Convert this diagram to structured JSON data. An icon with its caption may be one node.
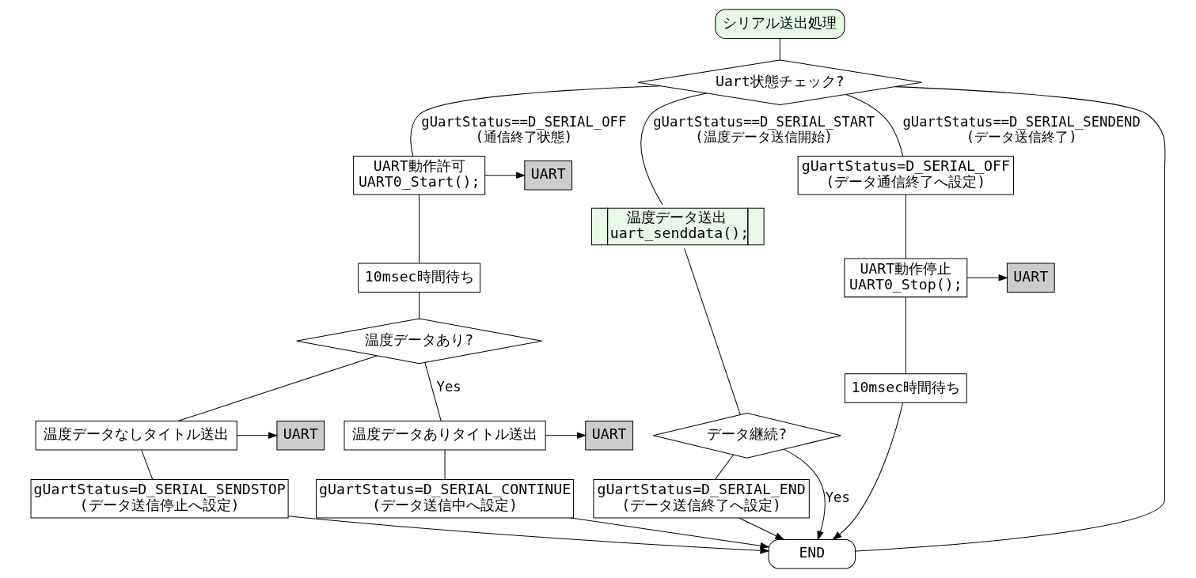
{
  "diagram": {
    "nodes": [
      {
        "text": [
          "シリアル送出処理"
        ]
      },
      {
        "text": [
          "Uart状態チェック?"
        ]
      },
      {
        "text": [
          "UART動作許可 UART0_Start();"
        ]
      },
      {
        "text": [
          "UART"
        ]
      },
      {
        "text": [
          "10msec時間待ち"
        ]
      },
      {
        "text": [
          "温度データあり?"
        ]
      },
      {
        "text": [
          "温度データなしタイトル送出"
        ]
      },
      {
        "text": [
          "UART"
        ]
      },
      {
        "text": [
          "gUartStatus=D_SERIAL_SENDSTOP (データ送信停止へ設定)"
        ]
      },
      {
        "text": [
          "温度データありタイトル送出"
        ]
      },
      {
        "text": [
          "UART"
        ]
      },
      {
        "text": [
          "gUartStatus=D_SERIAL_CONTINUE (データ送信中へ設定)"
        ]
      },
      {
        "text": [
          "温度データ送出 uart_senddata();"
        ]
      },
      {
        "text": [
          "データ継続?"
        ]
      },
      {
        "text": [
          "gUartStatus=D_SERIAL_END (データ送信終了へ設定)"
        ]
      },
      {
        "text": [
          "gUartStatus=D_SERIAL_OFF (データ通信終了へ設定)"
        ]
      },
      {
        "text": [
          "UART動作停止 UART0_Stop();"
        ]
      },
      {
        "text": [
          "UART"
        ]
      },
      {
        "text": [
          "10msec時間待ち"
        ]
      },
      {
        "text": [
          "END"
        ]
      }
    ],
    "edges": [
      {
        "from": 0,
        "to": 1,
        "arrow": "none"
      },
      {
        "from": 1,
        "to": 2,
        "label": "gUartStatus==D_SERIAL_OFF (通信終了状態)",
        "arrow": "none"
      },
      {
        "from": 1,
        "to": 12,
        "label": "gUartStatus==D_SERIAL_START (温度データ送信開始)",
        "arrow": "none"
      },
      {
        "from": 1,
        "to": 15,
        "label": "gUartStatus==D_SERIAL_SENDEND (データ送信終了)",
        "arrow": "none"
      },
      {
        "from": 2,
        "to": 3,
        "arrow": "to"
      },
      {
        "from": 2,
        "to": 4,
        "arrow": "none"
      },
      {
        "from": 4,
        "to": 5,
        "arrow": "none"
      },
      {
        "from": 5,
        "to": 6,
        "arrow": "none"
      },
      {
        "from": 6,
        "to": 7,
        "arrow": "to"
      },
      {
        "from": 6,
        "to": 8,
        "arrow": "none"
      },
      {
        "from": 5,
        "to": 9,
        "label": "Yes",
        "arrow": "none"
      },
      {
        "from": 9,
        "to": 10,
        "arrow": "to"
      },
      {
        "from": 9,
        "to": 11,
        "arrow": "none"
      },
      {
        "from": 12,
        "to": 13,
        "arrow": "none"
      },
      {
        "from": 13,
        "to": 14,
        "arrow": "none"
      },
      {
        "from": 15,
        "to": 16,
        "arrow": "none"
      },
      {
        "from": 16,
        "to": 17,
        "arrow": "to"
      },
      {
        "from": 16,
        "to": 18,
        "arrow": "none"
      },
      {
        "from": 1,
        "to": 19,
        "arrow": "none"
      },
      {
        "from": 18,
        "to": 19,
        "arrow": "to"
      },
      {
        "from": 14,
        "to": 19,
        "arrow": "to"
      },
      {
        "from": 13,
        "to": 19,
        "label": "Yes",
        "arrow": "to"
      },
      {
        "from": 8,
        "to": 19,
        "arrow": "to"
      },
      {
        "from": 11,
        "to": 19,
        "arrow": "to"
      }
    ]
  }
}
